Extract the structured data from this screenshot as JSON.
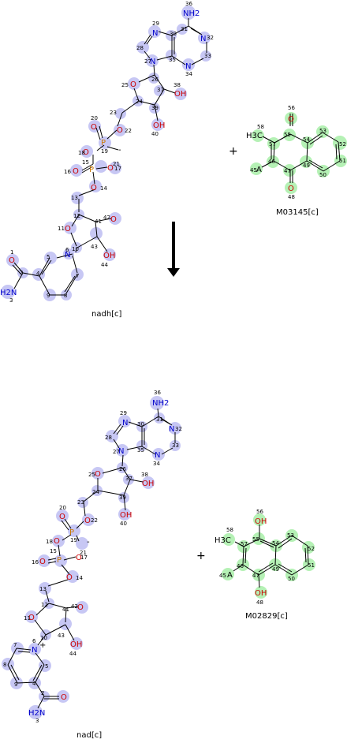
{
  "reactants": [
    {
      "name": "nadh[c]"
    },
    {
      "name": "M03145[c]"
    }
  ],
  "products": [
    {
      "name": "nad[c]"
    },
    {
      "name": "M02829[c]"
    }
  ],
  "plus_sign": "+",
  "atom_labels": {
    "adenine_nh2": "NH2",
    "methyl": "H3C",
    "amide_n": "H2N",
    "oh": "OH",
    "o": "O",
    "n": "N",
    "p": "P",
    "a": "A",
    "charge_pos": "+",
    "charge_neg": "-"
  },
  "colors": {
    "nadh_highlight": "#bdbdf2",
    "quinone_highlight": "#a8eea8",
    "nitrogen": "#0000cc",
    "oxygen": "#cc0000",
    "phosphorus": "#cc7700",
    "arrow": "#000000"
  }
}
